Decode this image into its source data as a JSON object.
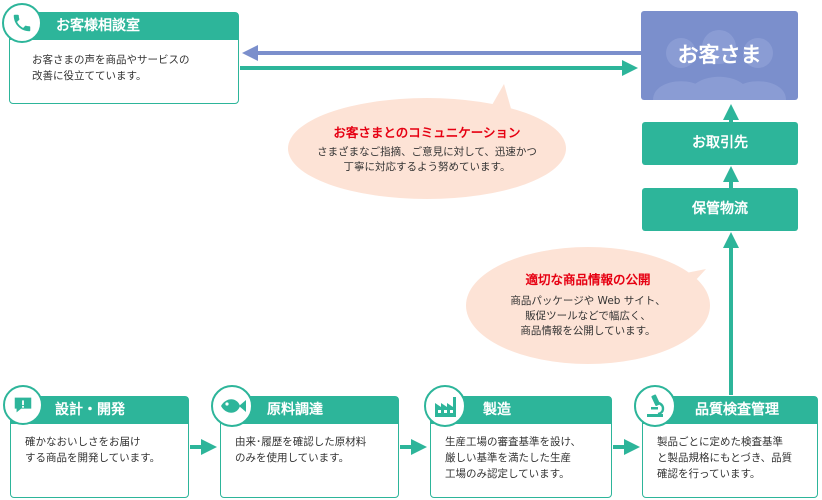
{
  "consultation": {
    "title": "お客様相談室",
    "lines": [
      "お客さまの声を商品やサービスの",
      "改善に役立てています。"
    ]
  },
  "customer": {
    "label": "お客さま"
  },
  "flow_right": {
    "business_partners": "お取引先",
    "storage_logistics": "保管物流"
  },
  "bubble_communication": {
    "title": "お客さまとのコミュニケーション",
    "lines": [
      "さまざまなご指摘、ご意見に対して、迅速かつ",
      "丁寧に対応するよう努めています。"
    ]
  },
  "bubble_info": {
    "title": "適切な商品情報の公開",
    "lines": [
      "商品パッケージや Web サイト、",
      "販促ツールなどで幅広く、",
      "商品情報を公開しています。"
    ]
  },
  "steps": [
    {
      "title": "設計・開発",
      "lines": [
        "確かなおいしさをお届け",
        "する商品を開発しています。"
      ],
      "icon": "speech-bubble-icon"
    },
    {
      "title": "原料調達",
      "lines": [
        "由来･履歴を確認した原材料",
        "のみを使用しています。"
      ],
      "icon": "fish-icon"
    },
    {
      "title": "製造",
      "lines": [
        "生産工場の審査基準を設け、",
        "厳しい基準を満たした生産",
        "工場のみ認定しています。"
      ],
      "icon": "factory-icon"
    },
    {
      "title": "品質検査管理",
      "lines": [
        "製品ごとに定めた検査基準",
        "と製品規格にもとづき、品質",
        "確認を行っています。"
      ],
      "icon": "microscope-icon"
    }
  ],
  "colors": {
    "green": "#2db59a",
    "blue": "#7b8fcc",
    "bubble": "#fde3d6",
    "red": "#e60012"
  }
}
